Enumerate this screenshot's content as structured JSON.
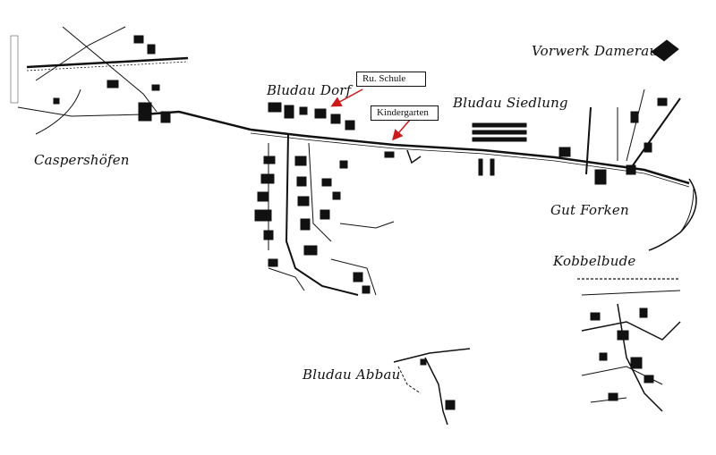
{
  "map": {
    "places": {
      "caspershoefen": "Caspershöfen",
      "bludau_dorf": "Bludau Dorf",
      "bludau_siedlung": "Bludau Siedlung",
      "vorwerk_damerau": "Vorwerk Damerau",
      "gut_forken": "Gut Forken",
      "kobbelbude": "Kobbelbude",
      "bludau_abbau": "Bludau Abbau"
    },
    "callouts": {
      "school": "Ru. Schule",
      "kindergarten": "Kindergarten"
    },
    "colors": {
      "ink": "#111111",
      "arrow": "#cc1a1a",
      "paper": "#ffffff"
    }
  }
}
